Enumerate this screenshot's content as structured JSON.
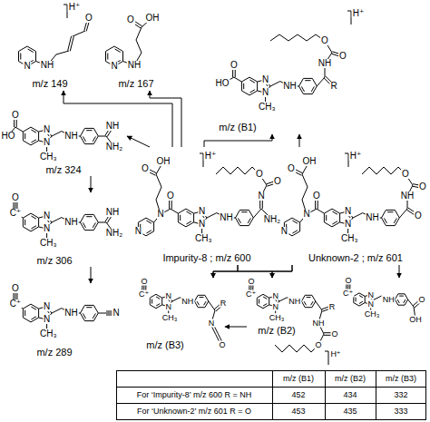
{
  "diagram": {
    "nodes": [
      {
        "text": [
          "m/z 149",
          "H⁺",
          "N",
          "NH",
          "O"
        ]
      },
      {
        "text": [
          "m/z 167",
          "N",
          "NH",
          "O",
          "OH"
        ]
      },
      {
        "text": [
          "m/z (B1)",
          "H⁺",
          "O",
          "HO",
          "N",
          "N",
          "CH₃",
          "NH",
          "R",
          "NH",
          "O",
          "O"
        ]
      },
      {
        "text": [
          "m/z 324",
          "O",
          "HO",
          "N",
          "N",
          "CH₃",
          "NH",
          "NH",
          "NH₂"
        ]
      },
      {
        "text": [
          "Impurity-8 ; m/z 600",
          "H⁺",
          "O",
          "N",
          "N",
          "O",
          "OH",
          "N",
          "N",
          "CH₃",
          "NH",
          "N",
          "NH₂",
          "O",
          "O"
        ]
      },
      {
        "text": [
          "Unknown-2 ; m/z 601",
          "H⁺",
          "O",
          "N",
          "N",
          "O",
          "OH",
          "N",
          "N",
          "CH₃",
          "NH",
          "O",
          "NH",
          "O",
          "O"
        ]
      },
      {
        "text": [
          "m/z 306",
          "O",
          "C⁺",
          "N",
          "N",
          "CH₃",
          "NH",
          "NH",
          "NH₂"
        ]
      },
      {
        "text": [
          "m/z 289",
          "O",
          "C⁺",
          "N",
          "N",
          "CH₃",
          "NH",
          "N"
        ]
      },
      {
        "text": [
          "m/z (B3)",
          "O",
          "C⁺",
          "N",
          "N",
          "CH₃",
          "NH",
          "R",
          "N",
          "O"
        ]
      },
      {
        "text": [
          "m/z (B2)",
          "H⁺",
          "O",
          "C⁺",
          "N",
          "N",
          "CH₃",
          "NH",
          "R",
          "NH",
          "O",
          "O"
        ]
      },
      {
        "text": [
          "O",
          "C⁺",
          "N",
          "N",
          "CH₃",
          "NH",
          "O",
          "OH"
        ]
      }
    ],
    "edges": [
      {
        "from": 4,
        "to": 0,
        "arrow": "to"
      },
      {
        "from": 4,
        "to": 1,
        "arrow": "to"
      },
      {
        "from": 4,
        "to": 3,
        "arrow": "to"
      },
      {
        "from": 4,
        "to": 2,
        "arrow": "to"
      },
      {
        "from": 5,
        "to": 2,
        "arrow": "to"
      },
      {
        "from": 3,
        "to": 6,
        "arrow": "to"
      },
      {
        "from": 6,
        "to": 7,
        "arrow": "to"
      },
      {
        "from": 4,
        "to": 8,
        "arrow": "to"
      },
      {
        "from": 4,
        "to": 9,
        "arrow": "to"
      },
      {
        "from": 5,
        "to": 8,
        "arrow": "to"
      },
      {
        "from": 5,
        "to": 9,
        "arrow": "to"
      },
      {
        "from": 9,
        "to": 8,
        "arrow": "to"
      },
      {
        "from": 5,
        "to": 10,
        "arrow": "to"
      }
    ],
    "labels": [
      "m/z (B1)",
      "m/z (B2)",
      "m/z (B3)",
      "For ‘Impurity-8’ m/z 600 R = NH",
      "452",
      "434",
      "332",
      "For ‘Unknown-2’ m/z 601 R = O",
      "453",
      "435",
      "333"
    ]
  }
}
